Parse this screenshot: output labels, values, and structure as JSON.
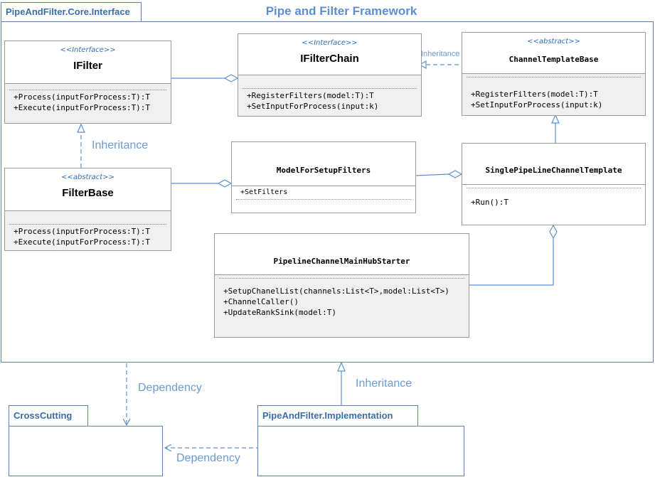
{
  "title": "Pipe and Filter Framework",
  "packages": {
    "core": "PipeAndFilter.Core.Interface",
    "crosscutting": "CrossCutting",
    "implementation": "PipeAndFilter.Implementation"
  },
  "classes": {
    "ifilter": {
      "stereotype": "<<Interface>>",
      "name": "IFilter",
      "operations": [
        "+Process(inputForProcess:T):T",
        "+Execute(inputForProcess:T):T"
      ]
    },
    "ifilterchain": {
      "stereotype": "<<Interface>>",
      "name": "IFilterChain",
      "operations": [
        "+RegisterFilters(model:T):T",
        "+SetInputForProcess(input:k)"
      ]
    },
    "channeltemplatebase": {
      "stereotype": "<<abstract>>",
      "name": "ChannelTemplateBase",
      "operations": [
        "+RegisterFilters(model:T):T",
        "+SetInputForProcess(input:k)"
      ]
    },
    "filterbase": {
      "stereotype": "<<abstract>>",
      "name": "FilterBase",
      "operations": [
        "+Process(inputForProcess:T):T",
        "+Execute(inputForProcess:T):T"
      ]
    },
    "modelforsetupfilters": {
      "name": "ModelForSetupFilters",
      "attributes": [
        "+SetFilters"
      ]
    },
    "singlepipeline": {
      "name": "SinglePipeLineChannelTemplate",
      "operations": [
        "+Run():T"
      ]
    },
    "mainhubstarter": {
      "name": "PipelineChannelMainHubStarter",
      "operations": [
        "+SetupChanelList(channels:List<T>,model:List<T>)",
        "+ChannelCaller()",
        "+UpdateRankSink(model:T)"
      ]
    }
  },
  "relations": {
    "inheritance": "Inheritance",
    "dependency": "Dependency"
  },
  "colors": {
    "package_border": "#5b85b8",
    "connector": "#5b8fd0",
    "label": "#6b9bd1",
    "stereotype": "#2f6fb5",
    "operations_bg": "#f0f0f0"
  }
}
